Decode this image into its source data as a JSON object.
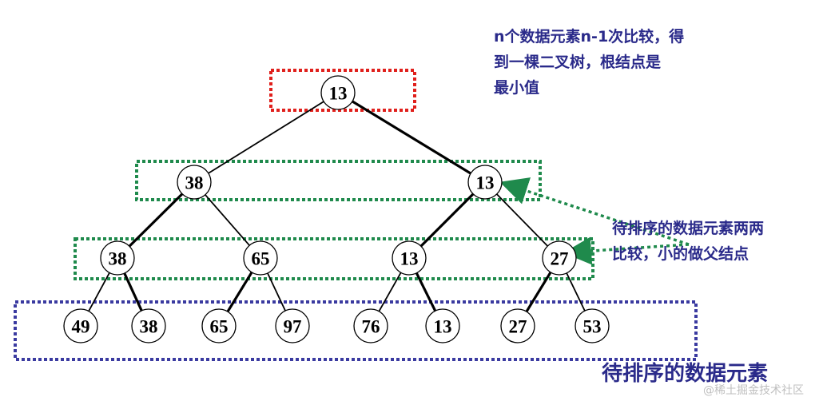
{
  "annotations": {
    "top": {
      "lines": [
        "n个数据元素n-1次比较，得",
        "到一棵二叉树，根结点是",
        "最小值"
      ]
    },
    "pair": {
      "lines": [
        "待排序的数据元素两两",
        "比较，小的做父结点"
      ]
    },
    "bottom": {
      "lines": [
        "待排序的数据元素"
      ]
    }
  },
  "tree": {
    "levels": [
      [
        "13"
      ],
      [
        "38",
        "13"
      ],
      [
        "38",
        "65",
        "13",
        "27"
      ],
      [
        "49",
        "38",
        "65",
        "97",
        "76",
        "13",
        "27",
        "53"
      ]
    ]
  },
  "colors": {
    "annotation_text": "#2a2a8a",
    "root_box": "#e0201c",
    "internal_box": "#1f8a4c",
    "leaf_box": "#3a3aa0",
    "arrow": "#1f8a4c",
    "edge": "#000000"
  },
  "watermark": "@稀土掘金技术社区"
}
